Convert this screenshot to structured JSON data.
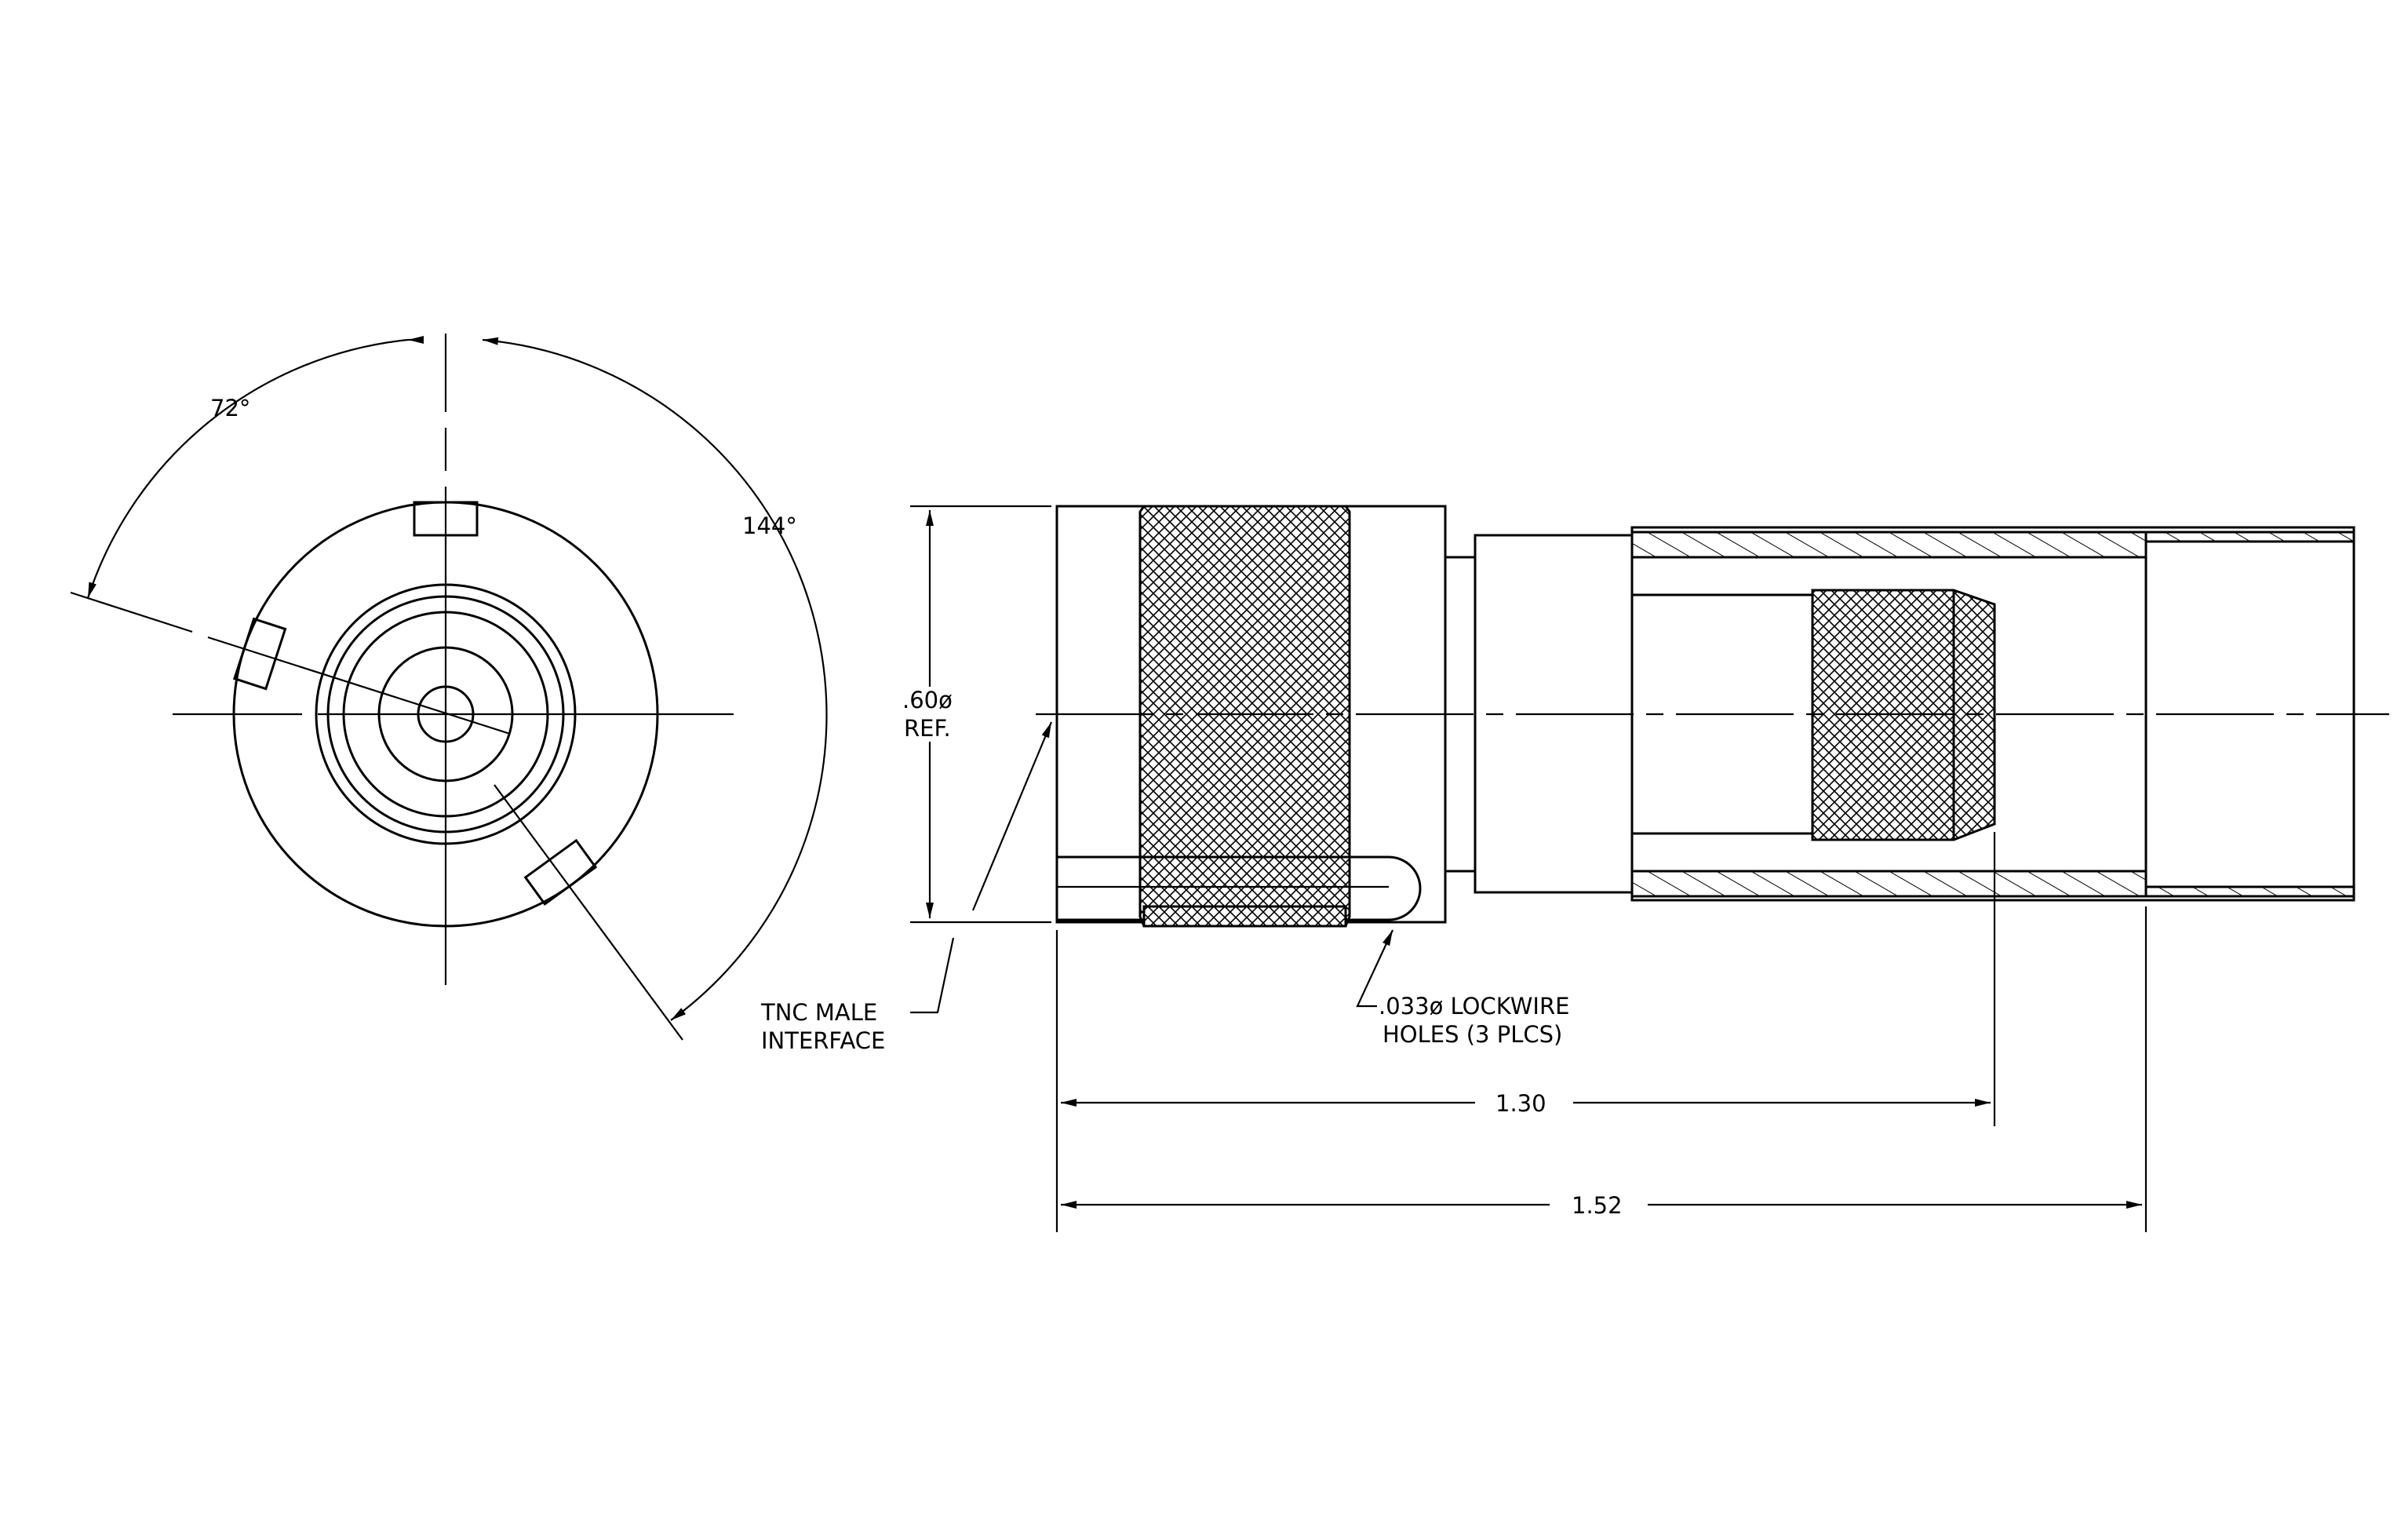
{
  "labels": {
    "angle_72": "72°",
    "angle_144": "144°",
    "diameter_line1": ".60ø",
    "diameter_line2": "REF.",
    "interface_line1": "TNC MALE",
    "interface_line2": "INTERFACE",
    "lockwire_line1": ".033ø LOCKWIRE",
    "lockwire_line2": "HOLES (3 PLCS)",
    "dim_130": "1.30",
    "dim_152": "1.52"
  }
}
